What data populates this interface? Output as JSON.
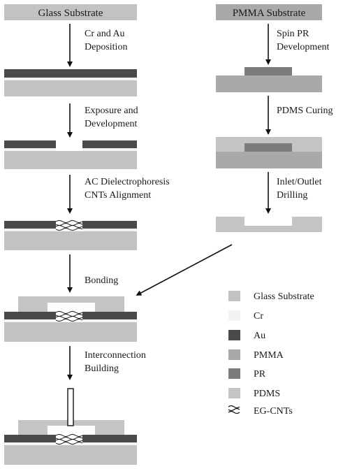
{
  "colors": {
    "glass": "#c2c2c2",
    "cr": "#f2f2f2",
    "au": "#4a4a4a",
    "pmma": "#a9a9a9",
    "pr": "#7c7c7c",
    "pdms": "#c4c4c4",
    "arrow": "#111111",
    "text": "#1a1a1a"
  },
  "left_column": {
    "header": "Glass Substrate",
    "steps": [
      {
        "line1": "Cr and Au",
        "line2": "Deposition"
      },
      {
        "line1": "Exposure and",
        "line2": "Development"
      },
      {
        "line1": "AC Dielectrophoresis",
        "line2": "CNTs Alignment"
      },
      {
        "line1": "Bonding",
        "line2": ""
      },
      {
        "line1": "Interconnection",
        "line2": "Building"
      }
    ]
  },
  "right_column": {
    "header": "PMMA Substrate",
    "steps": [
      {
        "line1": "Spin PR",
        "line2": "Development"
      },
      {
        "line1": "PDMS Curing",
        "line2": ""
      },
      {
        "line1": "Inlet/Outlet",
        "line2": "Drilling"
      }
    ]
  },
  "legend": [
    {
      "label": "Glass Substrate",
      "swatch": "glass"
    },
    {
      "label": "Cr",
      "swatch": "cr"
    },
    {
      "label": "Au",
      "swatch": "au"
    },
    {
      "label": "PMMA",
      "swatch": "pmma"
    },
    {
      "label": "PR",
      "swatch": "pr"
    },
    {
      "label": "PDMS",
      "swatch": "pdms"
    },
    {
      "label": "EG-CNTs",
      "swatch": "cnt"
    }
  ]
}
